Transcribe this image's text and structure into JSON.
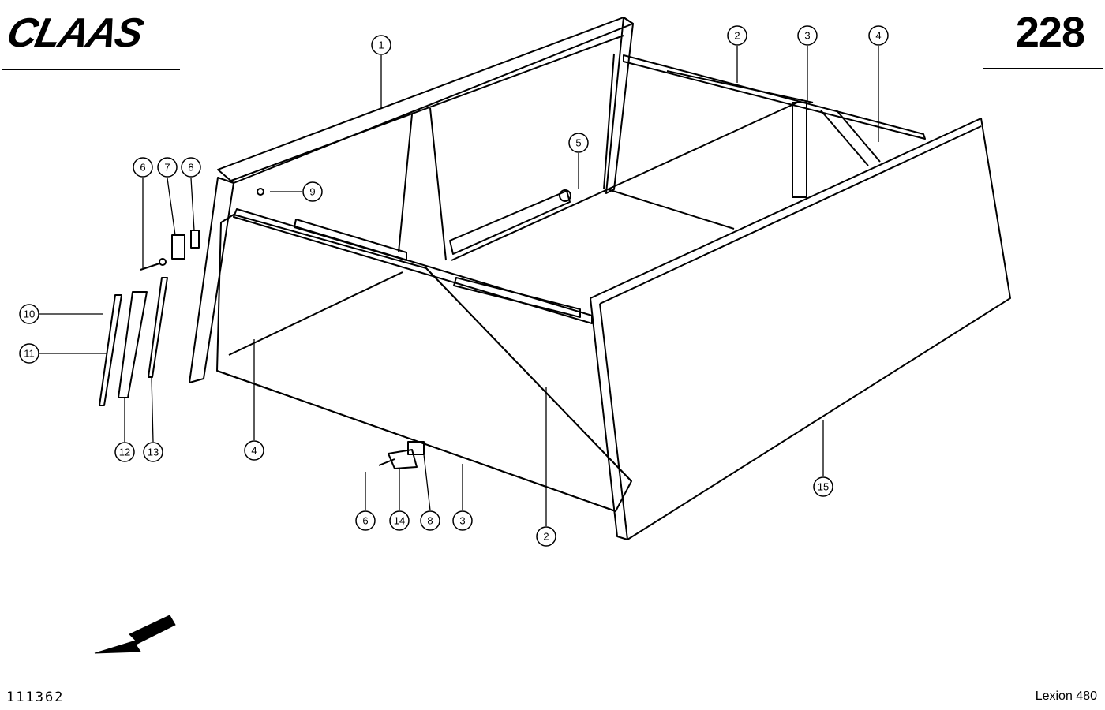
{
  "header": {
    "brand": "CLAAS",
    "page_number": "228"
  },
  "footer": {
    "drawing_number": "111362",
    "model": "Lexion 480"
  },
  "callouts": [
    {
      "id": "c1",
      "label": "1"
    },
    {
      "id": "c2a",
      "label": "2"
    },
    {
      "id": "c3a",
      "label": "3"
    },
    {
      "id": "c4a",
      "label": "4"
    },
    {
      "id": "c5",
      "label": "5"
    },
    {
      "id": "c6a",
      "label": "6"
    },
    {
      "id": "c7",
      "label": "7"
    },
    {
      "id": "c8a",
      "label": "8"
    },
    {
      "id": "c9",
      "label": "9"
    },
    {
      "id": "c10",
      "label": "10"
    },
    {
      "id": "c11",
      "label": "11"
    },
    {
      "id": "c12",
      "label": "12"
    },
    {
      "id": "c13",
      "label": "13"
    },
    {
      "id": "c4b",
      "label": "4"
    },
    {
      "id": "c6b",
      "label": "6"
    },
    {
      "id": "c14",
      "label": "14"
    },
    {
      "id": "c8b",
      "label": "8"
    },
    {
      "id": "c3b",
      "label": "3"
    },
    {
      "id": "c2b",
      "label": "2"
    },
    {
      "id": "c15",
      "label": "15"
    }
  ]
}
